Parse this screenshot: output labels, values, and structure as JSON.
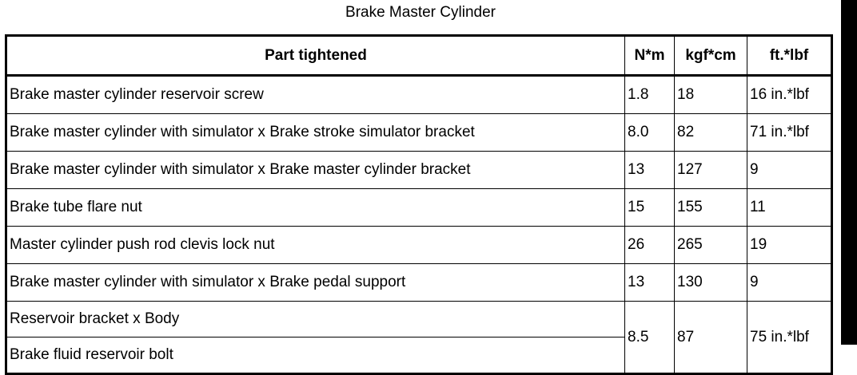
{
  "title": "Brake Master Cylinder",
  "table": {
    "headers": [
      "Part tightened",
      "N*m",
      "kgf*cm",
      "ft.*lbf"
    ],
    "rows": [
      {
        "part": "Brake master cylinder reservoir screw",
        "nm": "1.8",
        "kgf": "18",
        "ft": "16 in.*lbf"
      },
      {
        "part": "Brake master cylinder with simulator x Brake stroke simulator bracket",
        "nm": "8.0",
        "kgf": "82",
        "ft": "71 in.*lbf"
      },
      {
        "part": "Brake master cylinder with simulator x Brake master cylinder bracket",
        "nm": "13",
        "kgf": "127",
        "ft": "9"
      },
      {
        "part": "Brake tube flare nut",
        "nm": "15",
        "kgf": "155",
        "ft": "11"
      },
      {
        "part": "Master cylinder push rod clevis lock nut",
        "nm": "26",
        "kgf": "265",
        "ft": "19"
      },
      {
        "part": "Brake master cylinder with simulator x Brake pedal support",
        "nm": "13",
        "kgf": "130",
        "ft": "9"
      }
    ],
    "merged": {
      "parts": [
        "Reservoir bracket x Body",
        "Brake fluid reservoir bolt"
      ],
      "nm": "8.5",
      "kgf": "87",
      "ft": "75 in.*lbf"
    }
  }
}
